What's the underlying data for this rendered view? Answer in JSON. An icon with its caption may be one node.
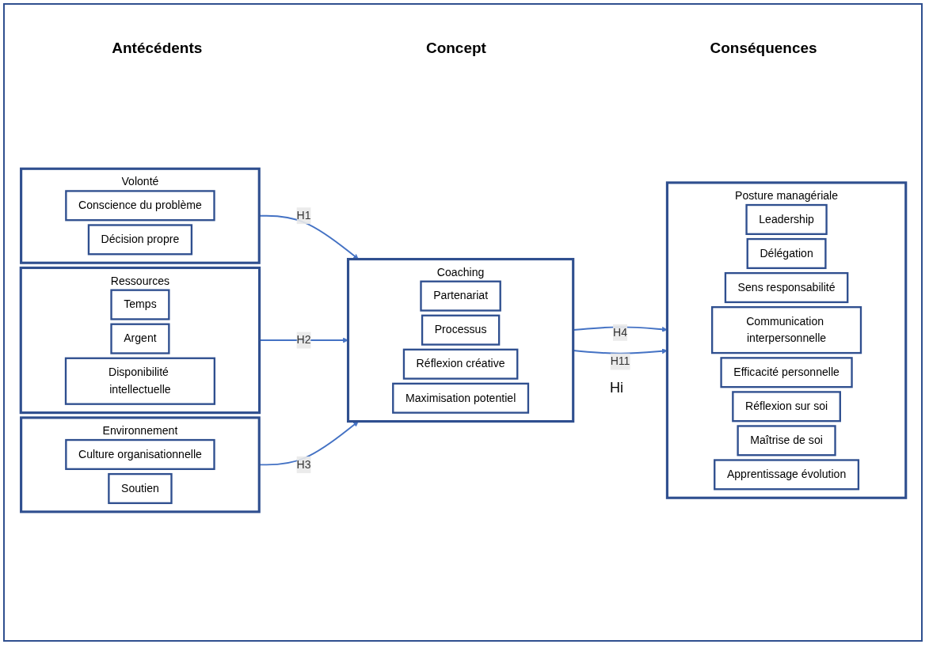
{
  "diagram": {
    "nodes": [
      {
        "text": [
          "Volonté"
        ]
      },
      {
        "text": [
          "Conscience du problème"
        ],
        "in": 0
      },
      {
        "text": [
          "Décision propre"
        ],
        "in": 0
      },
      {
        "text": [
          "Ressources"
        ]
      },
      {
        "text": [
          "Temps"
        ],
        "in": 3
      },
      {
        "text": [
          "Argent"
        ],
        "in": 3
      },
      {
        "text": [
          "Disponibilité intellectuelle"
        ],
        "in": 3
      },
      {
        "text": [
          "Environnement"
        ]
      },
      {
        "text": [
          "Culture organisationnelle"
        ],
        "in": 7
      },
      {
        "text": [
          "Soutien"
        ],
        "in": 7
      },
      {
        "text": [
          "Coaching"
        ]
      },
      {
        "text": [
          "Partenariat"
        ],
        "in": 10
      },
      {
        "text": [
          "Processus"
        ],
        "in": 10
      },
      {
        "text": [
          "Réflexion créative"
        ],
        "in": 10
      },
      {
        "text": [
          "Maximisation potentiel"
        ],
        "in": 10
      },
      {
        "text": [
          "Posture managériale"
        ]
      },
      {
        "text": [
          "Leadership"
        ],
        "in": 15
      },
      {
        "text": [
          "Délégation"
        ],
        "in": 15
      },
      {
        "text": [
          "Sens responsabilité"
        ],
        "in": 15
      },
      {
        "text": [
          "Communication interpersonnelle"
        ],
        "in": 15
      },
      {
        "text": [
          "Efficacité personnelle"
        ],
        "in": 15
      },
      {
        "text": [
          "Réflexion sur soi"
        ],
        "in": 15
      },
      {
        "text": [
          "Maîtrise de soi"
        ],
        "in": 15
      },
      {
        "text": [
          "Apprentissage évolution"
        ],
        "in": 15
      }
    ],
    "edges": [
      {
        "from": 0,
        "to": 10,
        "arrow": "to",
        "label": "H1"
      },
      {
        "from": 3,
        "to": 10,
        "arrow": "to",
        "label": "H2"
      },
      {
        "from": 7,
        "to": 10,
        "arrow": "to",
        "label": "H3"
      },
      {
        "from": 10,
        "to": 15,
        "arrow": "to",
        "label": "H4"
      },
      {
        "from": 10,
        "to": 15,
        "arrow": "to",
        "label": "H11"
      }
    ],
    "labels": [
      "Antécédents",
      "Concept",
      "Conséquences",
      "Hi"
    ]
  }
}
